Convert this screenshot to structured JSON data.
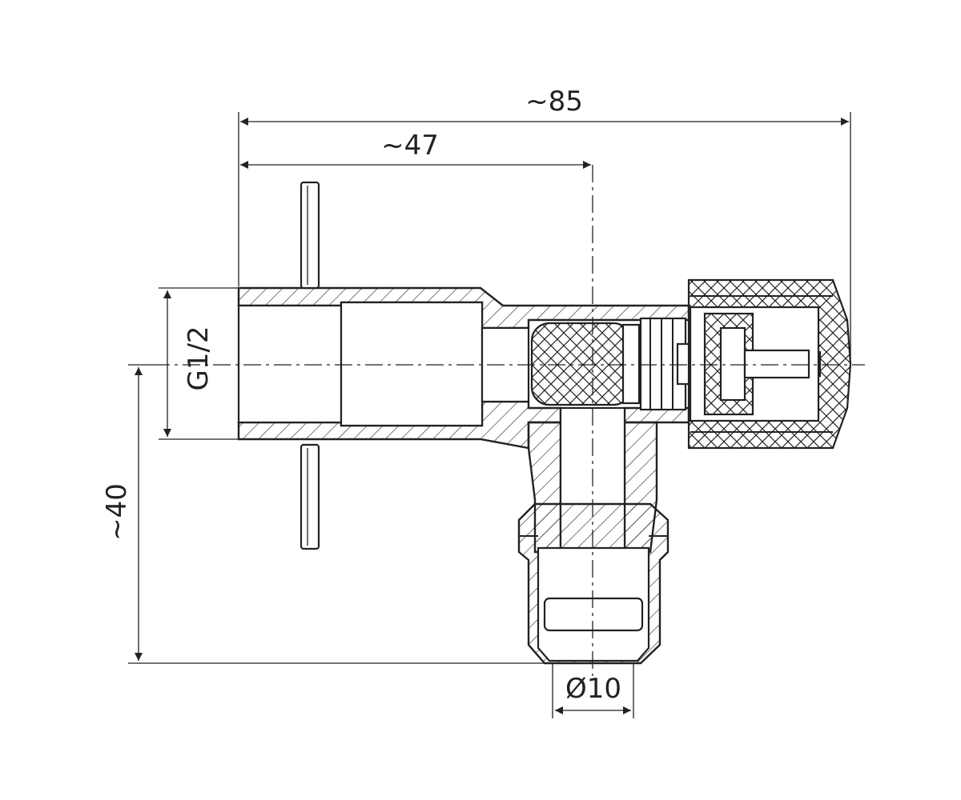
{
  "dimensions": {
    "overall_length": "~85",
    "center_length": "~47",
    "thread": "G1/2",
    "height": "~40",
    "outlet_diameter": "Ø10"
  },
  "colors": {
    "line": "#222222",
    "background": "#ffffff"
  }
}
